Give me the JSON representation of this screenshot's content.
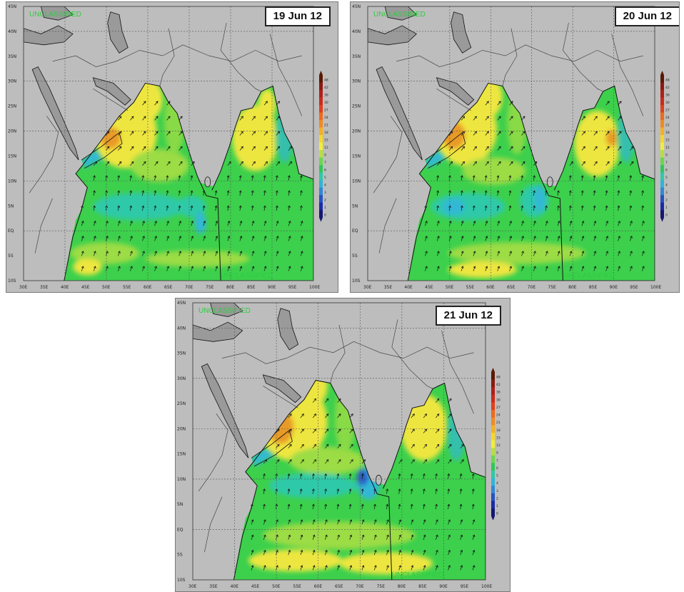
{
  "panels": [
    {
      "date": "19 Jun 12",
      "classification_top": "UNCLASSIFIED",
      "classification_bottom": "UNCLASSIFIED"
    },
    {
      "date": "20 Jun 12",
      "classification_top": "UNCLASSIFIED",
      "classification_bottom": "UNCLASSIFIED"
    },
    {
      "date": "21 Jun 12",
      "classification_top": "UNCLASSIFIED",
      "classification_bottom": "UNCLASSIFIED"
    }
  ],
  "axes": {
    "lat_ticks": [
      "45N",
      "40N",
      "35N",
      "30N",
      "25N",
      "20N",
      "15N",
      "10N",
      "5N",
      "EQ",
      "5S",
      "10S"
    ],
    "lon_ticks": [
      "30E",
      "35E",
      "40E",
      "45E",
      "50E",
      "55E",
      "60E",
      "65E",
      "70E",
      "75E",
      "80E",
      "85E",
      "90E",
      "95E",
      "100E"
    ]
  },
  "colorbar": {
    "labels": [
      "48",
      "42",
      "36",
      "30",
      "27",
      "24",
      "21",
      "18",
      "15",
      "12",
      "9",
      "7",
      "6",
      "5",
      "4",
      "3",
      "2",
      "1",
      "0"
    ],
    "colors": [
      "#5a1a05",
      "#8b1a10",
      "#b0201a",
      "#cc2a1a",
      "#e0401c",
      "#ee6a1c",
      "#f08a20",
      "#f5b020",
      "#f5d628",
      "#f2ee3a",
      "#b6e03e",
      "#6ad84c",
      "#2ec85a",
      "#30c8a8",
      "#30b4d8",
      "#2f88d6",
      "#2552c0",
      "#1a2aa8",
      "#141870"
    ]
  },
  "colors": {
    "land": "#bdbdbd",
    "coast": "#111111",
    "grid": "#555555",
    "green": "#3cd04c",
    "light_green": "#9cdc44",
    "yellow": "#eee640",
    "orange": "#e89a26",
    "teal": "#2ec9a8",
    "cyan": "#33b8d6",
    "blue": "#2a5cc8"
  }
}
